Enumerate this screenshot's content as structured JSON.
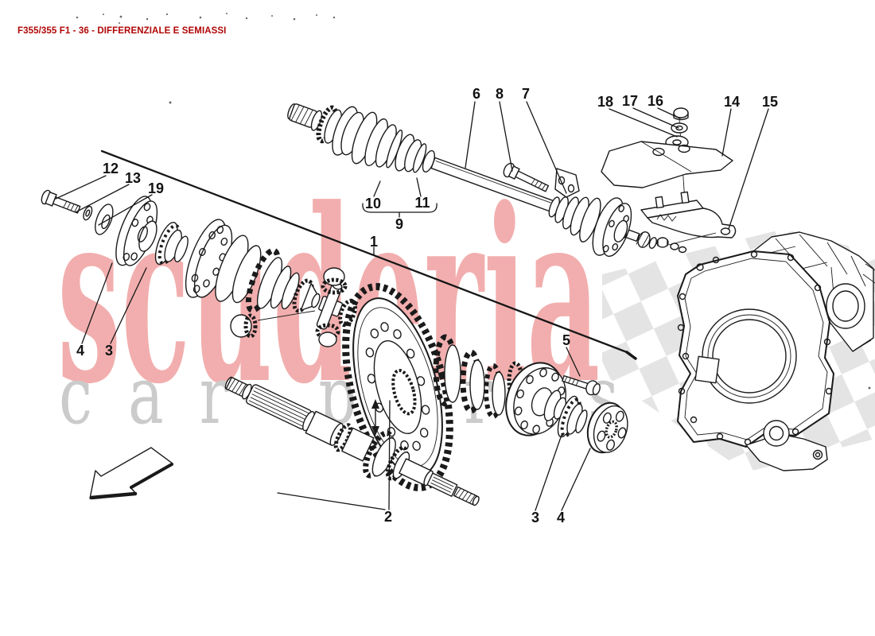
{
  "page": {
    "title": "F355/355 F1 - 36 - DIFFERENZIALE E SEMIASSI",
    "title_color": "#b00606",
    "background_color": "#ffffff"
  },
  "watermark": {
    "primary": "scuderia",
    "secondary": "car parts",
    "primary_color": "#f2aeae",
    "secondary_color": "#cbcbcb",
    "checker_color": "#e4e4e4"
  },
  "callouts": [
    {
      "label": "1"
    },
    {
      "label": "2"
    },
    {
      "label": "3"
    },
    {
      "label": "4"
    },
    {
      "label": "3"
    },
    {
      "label": "4"
    },
    {
      "label": "5"
    },
    {
      "label": "6"
    },
    {
      "label": "7"
    },
    {
      "label": "8"
    },
    {
      "label": "9"
    },
    {
      "label": "10"
    },
    {
      "label": "11"
    },
    {
      "label": "12"
    },
    {
      "label": "13"
    },
    {
      "label": "14"
    },
    {
      "label": "15"
    },
    {
      "label": "16"
    },
    {
      "label": "17"
    },
    {
      "label": "18"
    },
    {
      "label": "19"
    }
  ]
}
